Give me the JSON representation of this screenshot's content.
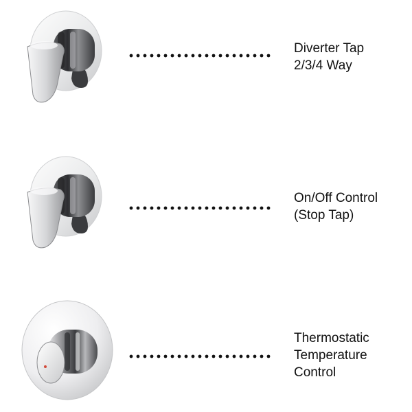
{
  "items": [
    {
      "name": "diverter",
      "lines": [
        "Diverter Tap",
        "2/3/4 Way"
      ]
    },
    {
      "name": "on-off",
      "lines": [
        "On/Off Control",
        "(Stop Tap)"
      ]
    },
    {
      "name": "thermostatic",
      "lines": [
        "Thermostatic",
        "Temperature",
        "Control"
      ]
    }
  ],
  "icons": [
    "lever-tap-icon",
    "lever-tap-icon",
    "thermostatic-knob-icon"
  ],
  "colors": {
    "text": "#111111",
    "dots": "#111111",
    "chrome_dark": "#3a3b3d",
    "chrome_light": "#f3f3f4"
  }
}
